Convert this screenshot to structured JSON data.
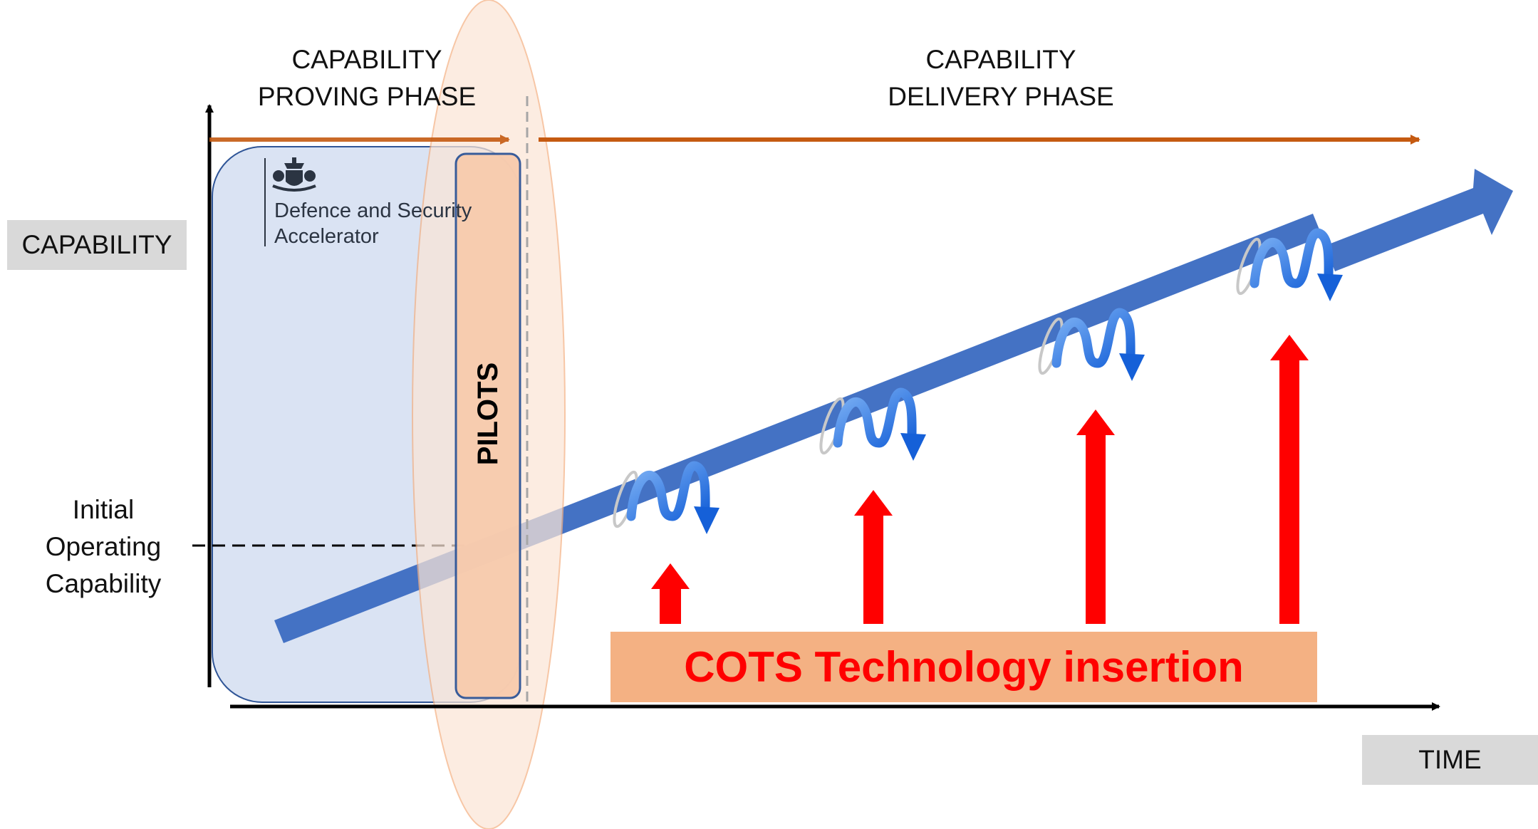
{
  "phases": {
    "proving_line1": "CAPABILITY",
    "proving_line2": "PROVING PHASE",
    "delivery_line1": "CAPABILITY",
    "delivery_line2": "DELIVERY PHASE"
  },
  "axes": {
    "y_label": "CAPABILITY",
    "x_label": "TIME"
  },
  "ioc": {
    "line1": "Initial",
    "line2": "Operating",
    "line3": "Capability"
  },
  "dasa": {
    "line1": "Defence and Security",
    "line2": "Accelerator"
  },
  "pilots": "PILOTS",
  "cots": "COTS Technology insertion",
  "colors": {
    "capability_arrow": "#4472c4",
    "cots_box": "#f4b183",
    "cots_text": "#ff0000",
    "insertion_arrow": "#ff0000",
    "dasa_panel": "#dae3f3",
    "dasa_border": "#2f5597",
    "phase_arrow": "#c55a11",
    "pilots_ellipse": "#fbe5d6",
    "axis_label_bg": "#d9d9d9"
  },
  "icons": [
    "royal-crest-icon",
    "spiral-icon"
  ]
}
